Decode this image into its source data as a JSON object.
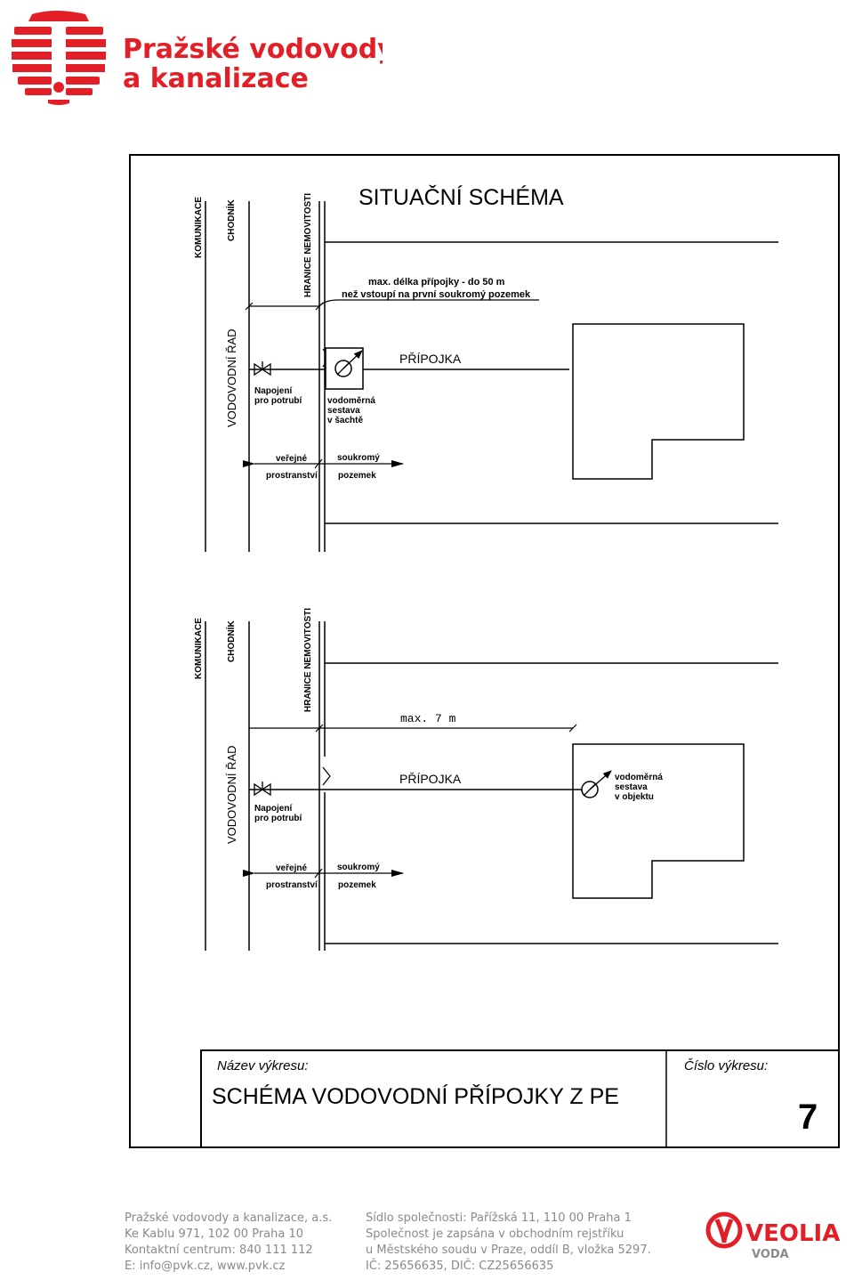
{
  "header": {
    "company_line1": "Pražské vodovody",
    "company_line2": "a kanalizace"
  },
  "diagram": {
    "title": "SITUAČNÍ SCHÉMA",
    "labels": {
      "komunikace": "KOMUNIKACE",
      "chodnik": "CHODNÍK",
      "hranice": "HRANICE NEMOVITOSTI",
      "vodovodni_rad": "VODOVODNÍ ŘAD",
      "pripojka": "PŘÍPOJKA",
      "napojeni_1": "Napojení",
      "napojeni_2": "pro potrubí",
      "verejne_1": "veřejné",
      "verejne_2": "prostranství",
      "soukromy_1": "soukromý",
      "soukromy_2": "pozemek"
    },
    "top": {
      "note_line1": "max. délka přípojky - do 50 m",
      "note_line2": "než vstoupí na první soukromý pozemek",
      "meter_1": "vodoměrná",
      "meter_2": "sestava",
      "meter_3": "v šachtě"
    },
    "bottom": {
      "max_label": "max.  7  m",
      "meter_1": "vodoměrná",
      "meter_2": "sestava",
      "meter_3": "v objektu"
    }
  },
  "title_block": {
    "name_label": "Název  výkresu:",
    "name_value": "SCHÉMA VODOVODNÍ PŘÍPOJKY Z PE",
    "number_label": "Číslo  výkresu:",
    "number_value": "7"
  },
  "footer": {
    "left": [
      "Pražské vodovody a kanalizace, a.s.",
      "Ke Kablu 971, 102 00 Praha 10",
      "Kontaktní centrum: 840 111 112",
      "E: info@pvk.cz, www.pvk.cz"
    ],
    "right": [
      "Sídlo společnosti: Pařížská 11, 110 00  Praha 1",
      "Společnost je zapsána v obchodním rejstříku",
      "u Městského soudu v Praze, oddíl B, vložka 5297.",
      "IČ: 25656635, DIČ: CZ25656635"
    ],
    "brand": "VEOLIA",
    "brand_sub": "VODA"
  },
  "colors": {
    "brand_red": "#e21f26",
    "footer_gray": "#8a8a8a"
  }
}
